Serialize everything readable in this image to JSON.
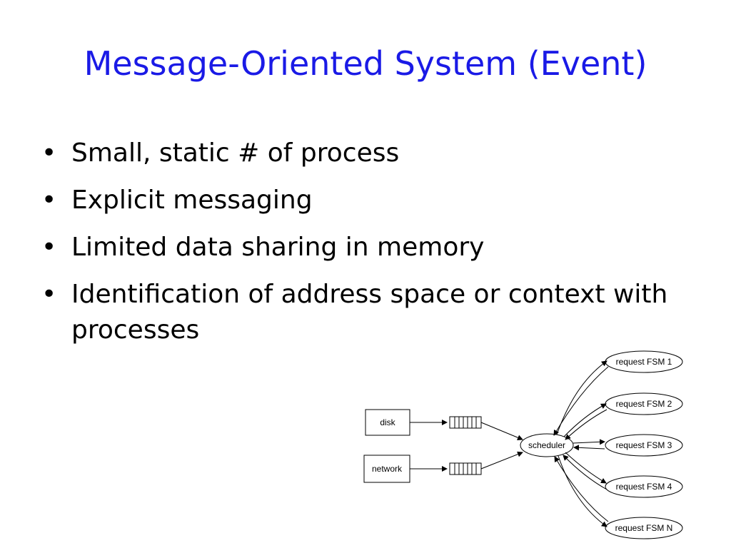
{
  "slide": {
    "title": "Message-Oriented System (Event)",
    "bullets": [
      "Small, static # of process",
      "Explicit messaging",
      "Limited data sharing in memory",
      "Identification of address space or context with processes"
    ]
  },
  "diagram": {
    "sources": [
      "disk",
      "network"
    ],
    "scheduler": "scheduler",
    "fsms": [
      "request FSM 1",
      "request FSM 2",
      "request FSM 3",
      "request FSM 4",
      "request FSM N"
    ]
  },
  "colors": {
    "title": "#1a1ae6",
    "text": "#000000",
    "background": "#ffffff"
  }
}
